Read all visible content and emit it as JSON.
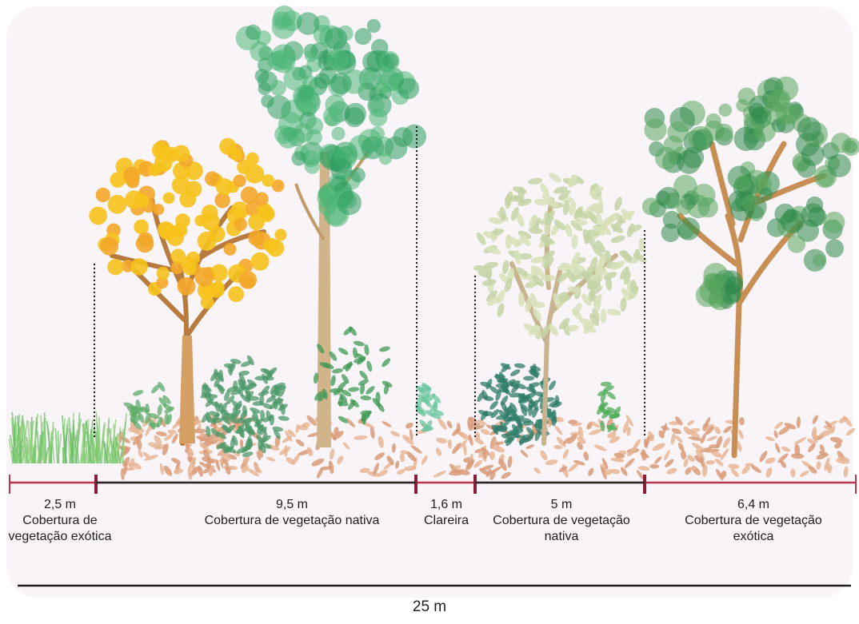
{
  "colors": {
    "background": "#f9f4f8",
    "segment_line": "#b8354e",
    "segment_tick": "#8a1f35",
    "total_line": "#1f1f1f",
    "litter": "#d99a78",
    "grass": "#8fd07a",
    "ipe_yellow": "#f6c21c",
    "trunk": "#c9955a",
    "native_green": "#2e9e5e",
    "pale_green": "#c4d3a6",
    "eucalyptus_green": "#2f8a4a"
  },
  "diagram": {
    "total_length": "25 m",
    "segments": [
      {
        "length": "2,5 m",
        "description": "Cobertura de vegetação exótica"
      },
      {
        "length": "9,5 m",
        "description": "Cobertura de vegetação nativa"
      },
      {
        "length": "1,6 m",
        "description": "Clareira"
      },
      {
        "length": "5 m",
        "description": "Cobertura de vegetação nativa"
      },
      {
        "length": "6,4 m",
        "description": "Cobertura de vegetação exótica"
      }
    ],
    "illustrations": [
      {
        "name": "grass-patch"
      },
      {
        "name": "yellow-flowering-tree"
      },
      {
        "name": "tall-native-tree"
      },
      {
        "name": "native-shrub"
      },
      {
        "name": "pale-leaf-tree"
      },
      {
        "name": "eucalyptus-tree"
      },
      {
        "name": "leaf-litter"
      }
    ]
  }
}
